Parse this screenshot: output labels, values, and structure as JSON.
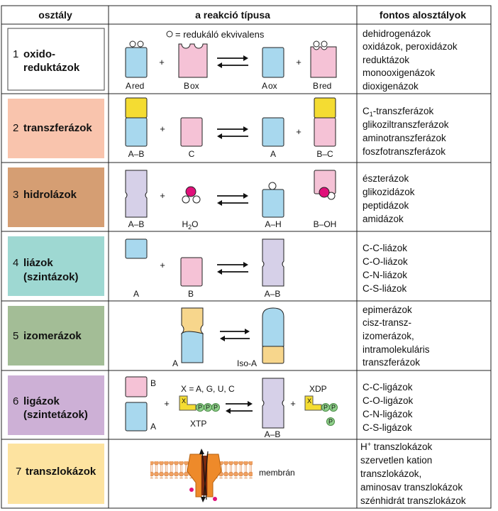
{
  "colors": {
    "blue": "#a8d8ee",
    "pink": "#f5c2d6",
    "lavender": "#d6d0e8",
    "yellow": "#f4dc32",
    "lightorange": "#f7d68c",
    "magenta": "#e0107a",
    "green": "#8fd08a",
    "row1_bg": "#ffffff",
    "row2_bg": "#f9c4ad",
    "row3_bg": "#d59e73",
    "row4_bg": "#9ed8d2",
    "row5_bg": "#a3bd96",
    "row6_bg": "#cdb0d6",
    "row7_bg": "#fde3a0",
    "membrane": "#f0a060",
    "channel": "#ee8a2a"
  },
  "header": {
    "col1": "osztály",
    "col2": "a reakció típusa",
    "col3": "fontos alosztályok"
  },
  "rows": [
    {
      "num": "1",
      "name_lines": [
        "oxido-",
        "reduktázok"
      ],
      "legend": "= redukáló ekvivalens",
      "labels": {
        "a_red": "A",
        "a_red_sub": "red",
        "b_ox": "B",
        "b_ox_sub": "ox",
        "a_ox": "A",
        "a_ox_sub": "ox",
        "b_red": "B",
        "b_red_sub": "red"
      },
      "plus": "+",
      "subclasses": [
        "dehidrogenázok",
        "oxidázok, peroxidázok",
        "reduktázok",
        "monooxigenázok",
        "dioxigenázok"
      ]
    },
    {
      "num": "2",
      "name_lines": [
        "transzferázok"
      ],
      "labels": {
        "l1": "A–B",
        "l2": "C",
        "l3": "A",
        "l4": "B–C"
      },
      "plus": "+",
      "subclasses": [
        "C",
        "1",
        "-transzferázok",
        "glikoziltranszferázok",
        "aminotranszferázok",
        "foszfotranszferázok"
      ]
    },
    {
      "num": "3",
      "name_lines": [
        "hidrolázok"
      ],
      "labels": {
        "l1": "A–B",
        "l2a": "H",
        "l2b": "2",
        "l2c": "O",
        "l3": "A–H",
        "l4": "B–OH"
      },
      "plus": "+",
      "subclasses": [
        "észterázok",
        "glikozidázok",
        "peptidázok",
        "amidázok"
      ]
    },
    {
      "num": "4",
      "name_lines": [
        "liázok",
        "(szintázok)"
      ],
      "labels": {
        "l1": "A",
        "l2": "B",
        "l3": "A–B"
      },
      "plus": "+",
      "subclasses": [
        "C-C-liázok",
        "C-O-liázok",
        "C-N-liázok",
        "C-S-liázok"
      ]
    },
    {
      "num": "5",
      "name_lines": [
        "izomerázok"
      ],
      "labels": {
        "l1": "A",
        "l2": "Iso-A"
      },
      "subclasses": [
        "epimerázok",
        "cisz-transz-",
        "izomerázok,",
        "intramolekuláris",
        "transzferázok"
      ]
    },
    {
      "num": "6",
      "name_lines": [
        "ligázok",
        "(szintetázok)"
      ],
      "labels": {
        "b": "B",
        "a": "A",
        "x_def": "X = A, G, U, C",
        "xtp": "XTP",
        "ab": "A–B",
        "xdp": "XDP",
        "x": "X",
        "p": "P"
      },
      "plus": "+",
      "subclasses": [
        "C-C-ligázok",
        "C-O-ligázok",
        "C-N-ligázok",
        "C-S-ligázok"
      ]
    },
    {
      "num": "7",
      "name_lines": [
        "transzlokázok"
      ],
      "labels": {
        "membrane": "membrán"
      },
      "subclasses": [
        "H",
        "+",
        " transzlokázok",
        "szervetlen kation",
        "transzlokázok,",
        "aminosav transzlokázok",
        "szénhidrát transzlokázok"
      ]
    }
  ]
}
